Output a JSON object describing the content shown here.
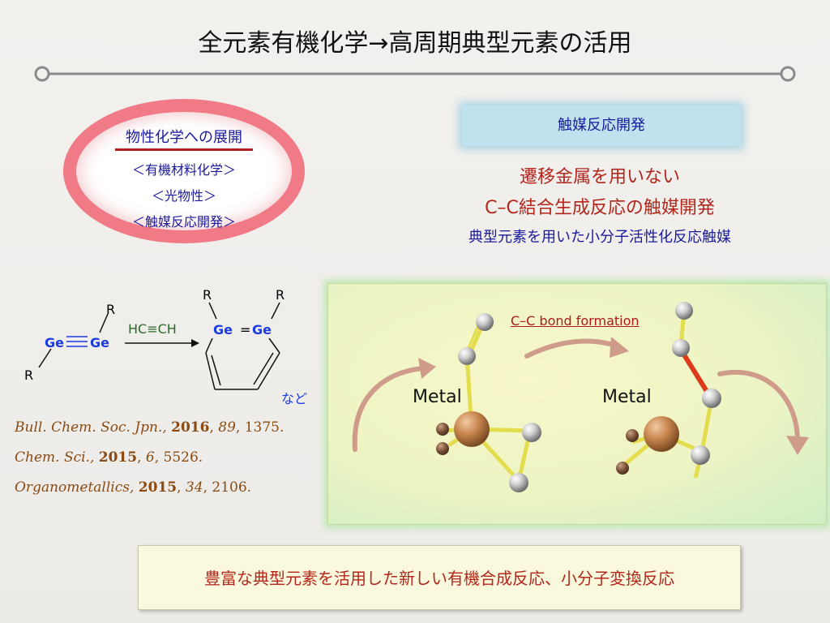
{
  "title": "全元素有機化学→高周期典型元素の活用",
  "oval": {
    "heading": "物性化学への展開",
    "items": [
      "＜有機材料化学＞",
      "＜光物性＞",
      "＜触媒反応開発＞"
    ]
  },
  "catalyst": {
    "box_label": "触媒反応開発",
    "line1": "遷移金属を用いない",
    "line2": "C–C結合生成反応の触媒開発",
    "line3": "典型元素を用いた小分子活性化反応触媒"
  },
  "chemistry": {
    "reactant_r_top": "R",
    "reactant_r_bottom": "R",
    "reactant_ge_left": "Ge",
    "reactant_ge_right": "Ge",
    "reagent": "HC≡CH",
    "product_r_left": "R",
    "product_r_right": "R",
    "product_ge_left": "Ge",
    "product_ge_eq": "=",
    "product_ge_right": "Ge",
    "nado": "など"
  },
  "references": [
    {
      "journal": "Bull. Chem. Soc. Jpn.,",
      "year": "2016",
      "volume": "89",
      "page": "1375."
    },
    {
      "journal": "Chem. Sci.,",
      "year": "2015",
      "volume": "6",
      "page": "5526."
    },
    {
      "journal": "Organometallics,",
      "year": "2015",
      "volume": "34",
      "page": "2106."
    }
  ],
  "mechanism": {
    "cc_label": "C–C bond formation",
    "metal_left": "Metal",
    "metal_right": "Metal"
  },
  "bottom": {
    "text": "豊富な典型元素を活用した新しい有機合成反応、小分子変換反応"
  },
  "colors": {
    "title": "#111111",
    "oval_ring": "#f07a86",
    "deep_blue": "#1a1a9c",
    "ge_blue": "#1a3be0",
    "dark_red": "#b3261b",
    "reference_brown": "#8a4a12",
    "catalyst_box": "#bfe2ee",
    "bottom_box": "#fbf9dd"
  }
}
